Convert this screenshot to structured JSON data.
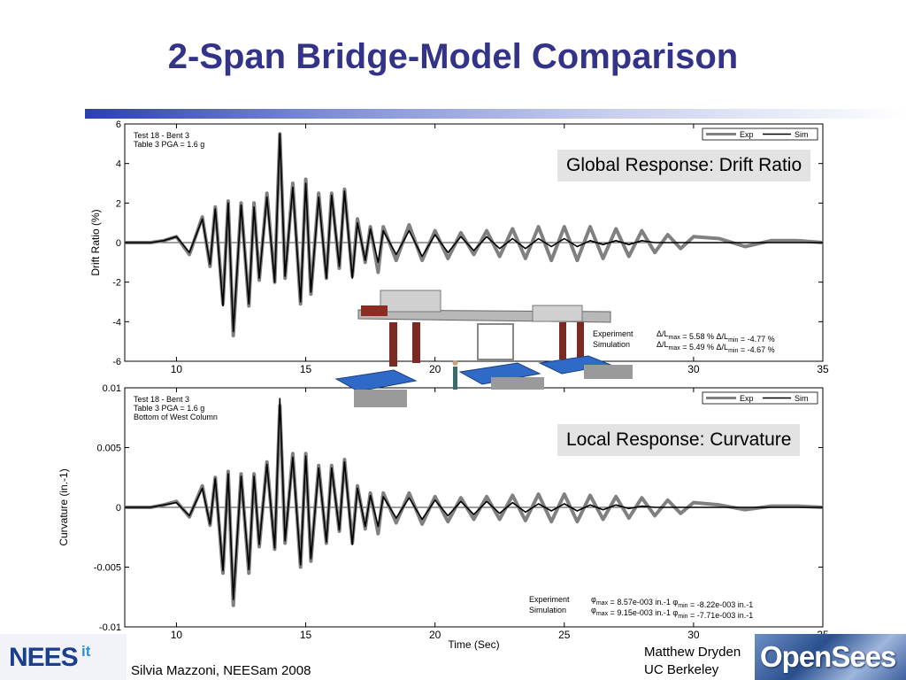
{
  "slide": {
    "title": "2-Span Bridge-Model Comparison",
    "callout_drift": "Global Response: Drift Ratio",
    "callout_curvature": "Local Response: Curvature",
    "footer_left": "Silvia Mazzoni, NEESam 2008",
    "footer_right_1": "Matthew Dryden",
    "footer_right_2": "UC Berkeley",
    "logo_left_main": "NEES",
    "logo_left_sup": "it",
    "logo_right": "OpenSees",
    "colors": {
      "title": "#33338a",
      "exp": "#808080",
      "sim": "#000000",
      "callout_bg": "#e3e3e3"
    },
    "illustration": "bridge-model-icon"
  },
  "chart_data": [
    {
      "type": "line",
      "ylabel": "Drift Ratio (%)",
      "xlabel": "",
      "xlim": [
        8,
        35
      ],
      "ylim": [
        -6,
        6
      ],
      "xticks": [
        10,
        15,
        20,
        25,
        30,
        35
      ],
      "yticks": [
        -6,
        -4,
        -2,
        0,
        2,
        4,
        6
      ],
      "annotation_lines": [
        "Test 18 - Bent 3",
        "Table 3 PGA = 1.6 g"
      ],
      "legend": [
        "Exp",
        "Sim"
      ],
      "legend_position": "top-right",
      "stats": [
        {
          "label": "Experiment",
          "max_label": "Δ/L",
          "max_sub": "max",
          "max_value": "= 5.58 %",
          "min_label": "Δ/L",
          "min_sub": "min",
          "min_value": "= -4.77 %"
        },
        {
          "label": "Simulation",
          "max_label": "Δ/L",
          "max_sub": "max",
          "max_value": "= 5.49 %",
          "min_label": "Δ/L",
          "min_sub": "min",
          "min_value": "= -4.67 %"
        }
      ],
      "series": [
        {
          "name": "Exp",
          "x": [
            8,
            9,
            9.5,
            10,
            10.5,
            11,
            11.3,
            11.5,
            11.8,
            12,
            12.2,
            12.5,
            12.8,
            13,
            13.2,
            13.5,
            13.8,
            14,
            14.2,
            14.5,
            14.8,
            15,
            15.2,
            15.5,
            15.8,
            16,
            16.3,
            16.5,
            16.8,
            17,
            17.3,
            17.5,
            17.8,
            18,
            18.5,
            19,
            19.5,
            20,
            20.5,
            21,
            21.5,
            22,
            22.5,
            23,
            23.5,
            24,
            24.5,
            25,
            25.5,
            26,
            26.5,
            27,
            27.5,
            28,
            28.5,
            29,
            29.5,
            30,
            31,
            32,
            33,
            34,
            35
          ],
          "y": [
            0,
            0,
            0.1,
            0.3,
            -0.6,
            1.3,
            -1.2,
            1.8,
            -3.1,
            2.1,
            -4.7,
            2.0,
            -3.2,
            2.0,
            -1.9,
            2.5,
            -2.0,
            5.5,
            -1.8,
            3.0,
            -3.1,
            3.2,
            -2.6,
            2.5,
            -1.8,
            2.5,
            -1.3,
            2.7,
            -1.7,
            1.2,
            -1.0,
            0.8,
            -1.5,
            0.8,
            -0.9,
            0.9,
            -0.9,
            0.6,
            -0.8,
            0.5,
            -0.6,
            0.6,
            -0.7,
            0.7,
            -0.8,
            0.8,
            -0.9,
            0.8,
            -0.9,
            0.8,
            -0.8,
            0.7,
            -0.7,
            0.6,
            -0.5,
            0.4,
            -0.3,
            0.3,
            0.2,
            -0.2,
            0.1,
            0.1,
            0
          ]
        },
        {
          "name": "Sim",
          "x": [
            8,
            9,
            9.5,
            10,
            10.5,
            11,
            11.3,
            11.5,
            11.8,
            12,
            12.2,
            12.5,
            12.8,
            13,
            13.2,
            13.5,
            13.8,
            14,
            14.2,
            14.5,
            14.8,
            15,
            15.2,
            15.5,
            15.8,
            16,
            16.3,
            16.5,
            16.8,
            17,
            17.3,
            17.5,
            17.8,
            18,
            18.5,
            19,
            19.5,
            20,
            20.5,
            21,
            21.5,
            22,
            22.5,
            23,
            23.5,
            24,
            24.5,
            25,
            25.5,
            26,
            26.5,
            27,
            27.5,
            28,
            28.5,
            29,
            29.5,
            30,
            31,
            32,
            33,
            34,
            35
          ],
          "y": [
            0,
            0,
            0.1,
            0.3,
            -0.5,
            1.2,
            -1.1,
            1.7,
            -3.2,
            2.0,
            -4.5,
            1.9,
            -3.1,
            1.8,
            -1.8,
            2.3,
            -2.0,
            5.5,
            -1.7,
            2.8,
            -3.0,
            3.0,
            -2.5,
            2.3,
            -1.8,
            2.4,
            -1.2,
            2.6,
            -1.8,
            1.0,
            -0.9,
            0.7,
            -1.0,
            0.6,
            -0.6,
            0.6,
            -0.7,
            0.4,
            -0.5,
            0.3,
            -0.4,
            0.3,
            -0.3,
            0.2,
            -0.3,
            0.2,
            -0.2,
            0.2,
            -0.2,
            0.1,
            -0.1,
            0.1,
            -0.1,
            0.1,
            0,
            0,
            0,
            0,
            0,
            0,
            0,
            0,
            0
          ]
        }
      ]
    },
    {
      "type": "line",
      "ylabel": "Curvature (in.-1)",
      "xlabel": "Time (Sec)",
      "xlim": [
        8,
        35
      ],
      "ylim": [
        -0.01,
        0.01
      ],
      "xticks": [
        10,
        15,
        20,
        25,
        30,
        35
      ],
      "yticks": [
        -0.01,
        -0.005,
        0,
        0.005,
        0.01
      ],
      "ytick_labels": [
        "-0.01",
        "-0.005",
        "0",
        "0.005",
        "0.01"
      ],
      "annotation_lines": [
        "Test 18 - Bent 3",
        "Table 3 PGA = 1.6 g",
        "Bottom of West Column"
      ],
      "legend": [
        "Exp",
        "Sim"
      ],
      "legend_position": "top-right",
      "stats": [
        {
          "label": "Experiment",
          "max_label": "φ",
          "max_sub": "max",
          "max_value": "= 8.57e-003 in.-1",
          "min_label": "φ",
          "min_sub": "min",
          "min_value": "= -8.22e-003 in.-1"
        },
        {
          "label": "Simulation",
          "max_label": "φ",
          "max_sub": "max",
          "max_value": "= 9.15e-003 in.-1",
          "min_label": "φ",
          "min_sub": "min",
          "min_value": "= -7.71e-003 in.-1"
        }
      ],
      "series": [
        {
          "name": "Exp",
          "x": [
            8,
            9,
            9.5,
            10,
            10.5,
            11,
            11.3,
            11.5,
            11.8,
            12,
            12.2,
            12.5,
            12.8,
            13,
            13.2,
            13.5,
            13.8,
            14,
            14.2,
            14.5,
            14.8,
            15,
            15.2,
            15.5,
            15.8,
            16,
            16.3,
            16.5,
            16.8,
            17,
            17.3,
            17.5,
            17.8,
            18,
            18.5,
            19,
            19.5,
            20,
            20.5,
            21,
            21.5,
            22,
            22.5,
            23,
            23.5,
            24,
            24.5,
            25,
            25.5,
            26,
            26.5,
            27,
            27.5,
            28,
            28.5,
            29,
            29.5,
            30,
            31,
            32,
            33,
            34,
            35
          ],
          "y": [
            0,
            0,
            0.0002,
            0.0005,
            -0.0008,
            0.0018,
            -0.0015,
            0.0025,
            -0.0055,
            0.003,
            -0.0082,
            0.0028,
            -0.0055,
            0.0028,
            -0.0033,
            0.0038,
            -0.0035,
            0.0085,
            -0.003,
            0.0045,
            -0.005,
            0.0045,
            -0.0045,
            0.0035,
            -0.003,
            0.0035,
            -0.002,
            0.004,
            -0.003,
            0.0018,
            -0.0018,
            0.0012,
            -0.0022,
            0.0012,
            -0.0013,
            0.0012,
            -0.0014,
            0.0009,
            -0.0012,
            0.0008,
            -0.001,
            0.0009,
            -0.001,
            0.001,
            -0.0011,
            0.0011,
            -0.0012,
            0.0011,
            -0.0012,
            0.001,
            -0.001,
            0.0009,
            -0.0009,
            0.0008,
            -0.0007,
            0.0006,
            -0.0005,
            0.0004,
            0.0002,
            -0.0002,
            0.0001,
            0.0001,
            0
          ]
        },
        {
          "name": "Sim",
          "x": [
            8,
            9,
            9.5,
            10,
            10.5,
            11,
            11.3,
            11.5,
            11.8,
            12,
            12.2,
            12.5,
            12.8,
            13,
            13.2,
            13.5,
            13.8,
            14,
            14.2,
            14.5,
            14.8,
            15,
            15.2,
            15.5,
            15.8,
            16,
            16.3,
            16.5,
            16.8,
            17,
            17.3,
            17.5,
            17.8,
            18,
            18.5,
            19,
            19.5,
            20,
            20.5,
            21,
            21.5,
            22,
            22.5,
            23,
            23.5,
            24,
            24.5,
            25,
            25.5,
            26,
            26.5,
            27,
            27.5,
            28,
            28.5,
            29,
            29.5,
            30,
            31,
            32,
            33,
            34,
            35
          ],
          "y": [
            0,
            0,
            0.0002,
            0.0004,
            -0.0007,
            0.0016,
            -0.0014,
            0.0024,
            -0.0053,
            0.0028,
            -0.0077,
            0.0026,
            -0.0052,
            0.0026,
            -0.0031,
            0.0036,
            -0.0034,
            0.0091,
            -0.0028,
            0.0042,
            -0.0048,
            0.0043,
            -0.0043,
            0.0033,
            -0.0029,
            0.0033,
            -0.0019,
            0.0038,
            -0.0031,
            0.0016,
            -0.0016,
            0.001,
            -0.0016,
            0.0009,
            -0.0009,
            0.0008,
            -0.001,
            0.0006,
            -0.0007,
            0.0005,
            -0.0006,
            0.0005,
            -0.0005,
            0.0004,
            -0.0004,
            0.0003,
            -0.0003,
            0.0003,
            -0.0003,
            0.0002,
            -0.0002,
            0.0002,
            -0.0001,
            0.0001,
            0,
            0,
            0,
            0,
            0,
            0,
            0,
            0,
            0
          ]
        }
      ]
    }
  ]
}
